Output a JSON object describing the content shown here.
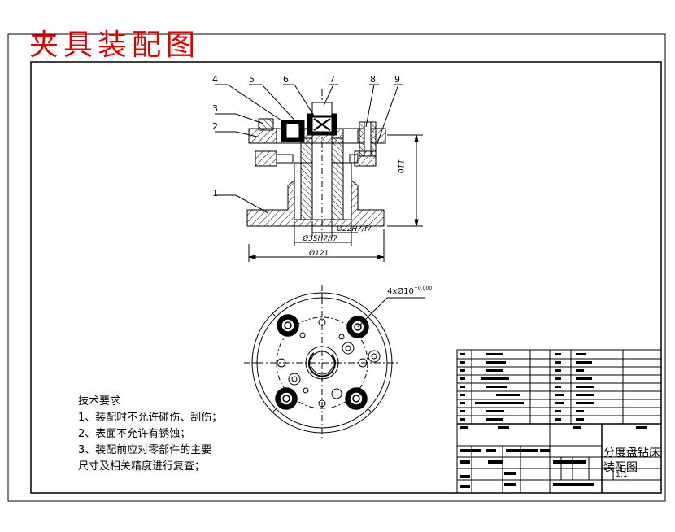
{
  "drawing_title": "夹具装配图",
  "balloons": [
    "1",
    "2",
    "3",
    "4",
    "5",
    "6",
    "7",
    "8",
    "9"
  ],
  "dimensions": {
    "height": "110",
    "fit_35": "Ø35H7/f7",
    "fit_22": "Ø22H7/f7",
    "dia_121": "Ø121",
    "holes": "4xØ10",
    "holes_tol": "+0.000"
  },
  "tech_requirements": {
    "heading": "技术要求",
    "items": [
      "1、装配时不允许碰伤、刮伤；",
      "2、表面不允许有锈蚀；",
      "3、装配前应对零部件的主要",
      "尺寸及相关精度进行复查；"
    ]
  },
  "title_block": {
    "part_name_line1": "分度盘钻床",
    "part_name_line2": "装配图",
    "scale": "1:1"
  },
  "colors": {
    "line": "#000000",
    "title_red": "#e00000",
    "hatch": "#000000"
  }
}
